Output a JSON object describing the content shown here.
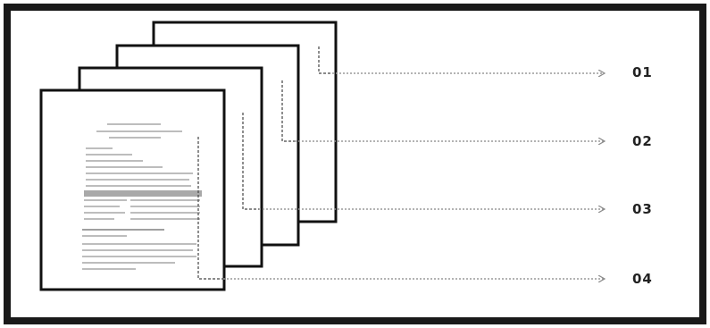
{
  "layers": [
    {
      "label": "01"
    },
    {
      "label": "02"
    },
    {
      "label": "03"
    },
    {
      "label": "04"
    }
  ],
  "colors": {
    "frame": "#1a1a1a",
    "page_border": "#111111",
    "arrow": "#9a9a9a",
    "dashed_connector": "#444444",
    "text_blur": "#b0b0b0"
  }
}
